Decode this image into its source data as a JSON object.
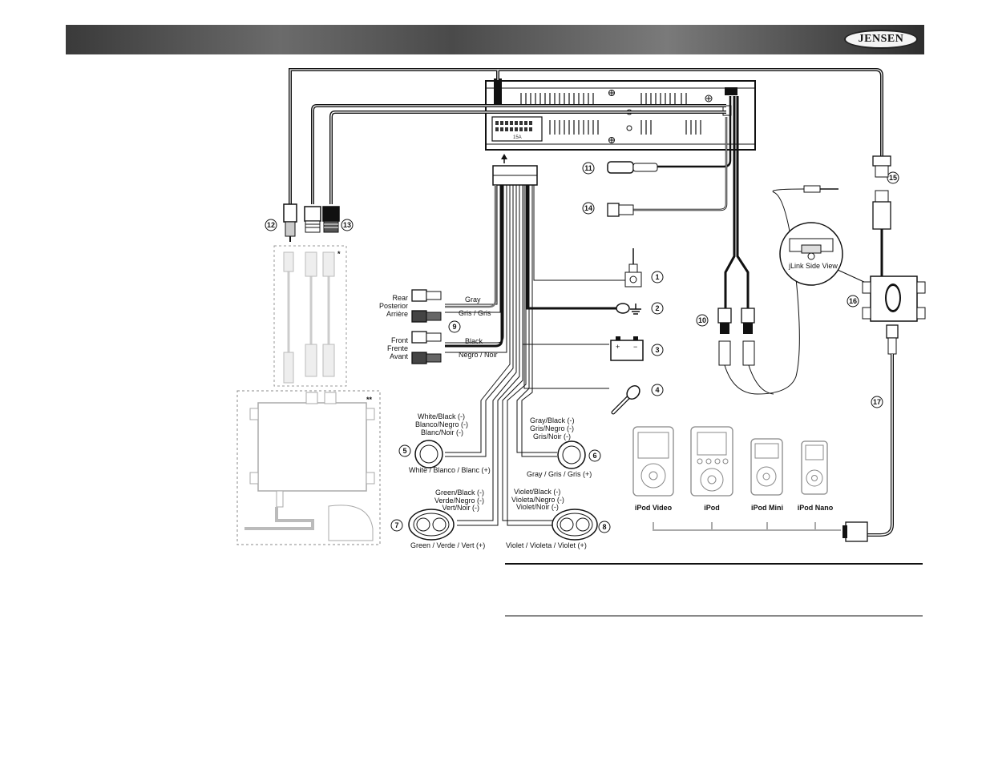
{
  "header": {
    "brand": "JENSEN"
  },
  "unit": {
    "fuse": "15A"
  },
  "stars": {
    "single": "*",
    "double": "**"
  },
  "callouts": [
    "1",
    "2",
    "3",
    "4",
    "5",
    "6",
    "7",
    "8",
    "9",
    "10",
    "11",
    "12",
    "13",
    "14",
    "15",
    "16",
    "17"
  ],
  "rca": {
    "rear": [
      "Rear",
      "Posterior",
      "Arrière"
    ],
    "front": [
      "Front",
      "Frente",
      "Avant"
    ],
    "gray": "Gray",
    "gray_es_fr": "Gris / Gris",
    "black": "Black",
    "black_es_fr": "Negro / Noir"
  },
  "wires": {
    "white_black": [
      "White/Black (-)",
      "Blanco/Negro (-)",
      "Blanc/Noir (-)"
    ],
    "white": "White / Blanco / Blanc (+)",
    "gray_black": [
      "Gray/Black (-)",
      "Gris/Negro (-)",
      "Gris/Noir (-)"
    ],
    "gray": "Gray / Gris / Gris (+)",
    "green_black": [
      "Green/Black (-)",
      "Verde/Negro (-)",
      "Vert/Noir (-)"
    ],
    "green": "Green / Verde / Vert (+)",
    "violet_black": [
      "Violet/Black (-)",
      "Violeta/Negro (-)",
      "Violet/Noir (-)"
    ],
    "violet": "Violet / Violeta / Violet (+)"
  },
  "jlink": {
    "side_view": "jLink Side View"
  },
  "ipods": [
    "iPod Video",
    "iPod",
    "iPod Mini",
    "iPod Nano"
  ]
}
